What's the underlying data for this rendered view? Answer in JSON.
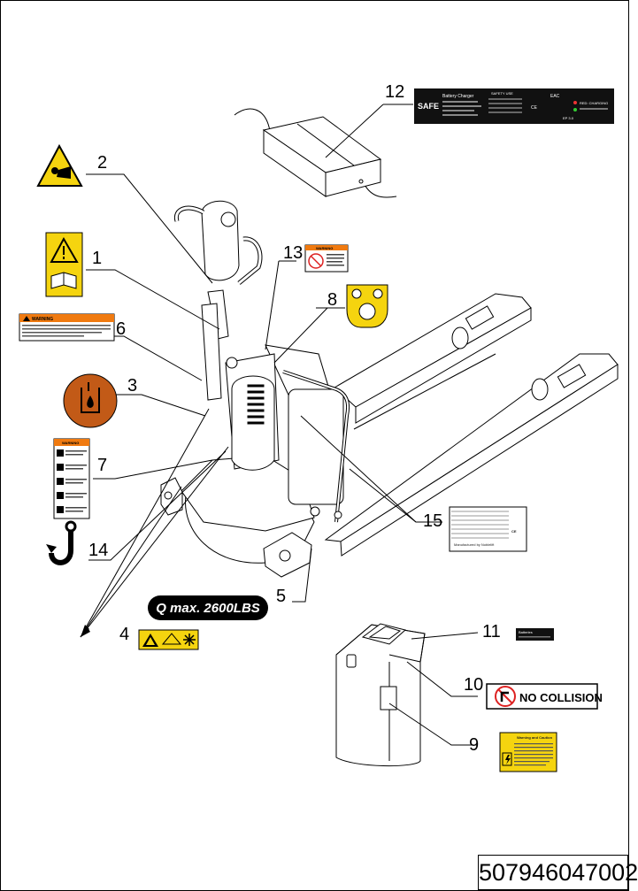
{
  "callouts": [
    "1",
    "2",
    "3",
    "4",
    "5",
    "6",
    "7",
    "8",
    "9",
    "10",
    "11",
    "12",
    "13",
    "14",
    "15"
  ],
  "labels": {
    "charger_brand": "SAFE",
    "charger_title": "Battery Charger",
    "charger_safety": "SAFETY USE",
    "charger_eac": "EAC",
    "charger_ce": "CE",
    "charger_model": "EP 3.0",
    "charger_status": "RED: CHARGING",
    "warning_word": "WARNING",
    "label6_text": "Adding electrical devices/tools, toolbox, lights etc. to charging sources or doing modification that is not authorized by the truck can be unsafe and hazardous. Contact authorized personnel before adding to, or changing the electrical system in any way.",
    "label7_title": "WARNING",
    "label7_text": "Read and understand operating instructions before use",
    "label13_word": "WARNING",
    "label13_text": "No Riding, Riding on the forks could cause serious injury",
    "q_max": "Q max. 2600LBS",
    "no_collision": "NO COLLISION",
    "label9_title": "Warning and Caution",
    "label11_text": "Batteries",
    "label15_text": "Manufactured by Noblelift",
    "part_number": "507946047002"
  },
  "colors": {
    "warning_yellow": "#f5d40f",
    "warning_orange": "#f07a10",
    "label3_orange": "#c25a17",
    "black": "#000000"
  }
}
